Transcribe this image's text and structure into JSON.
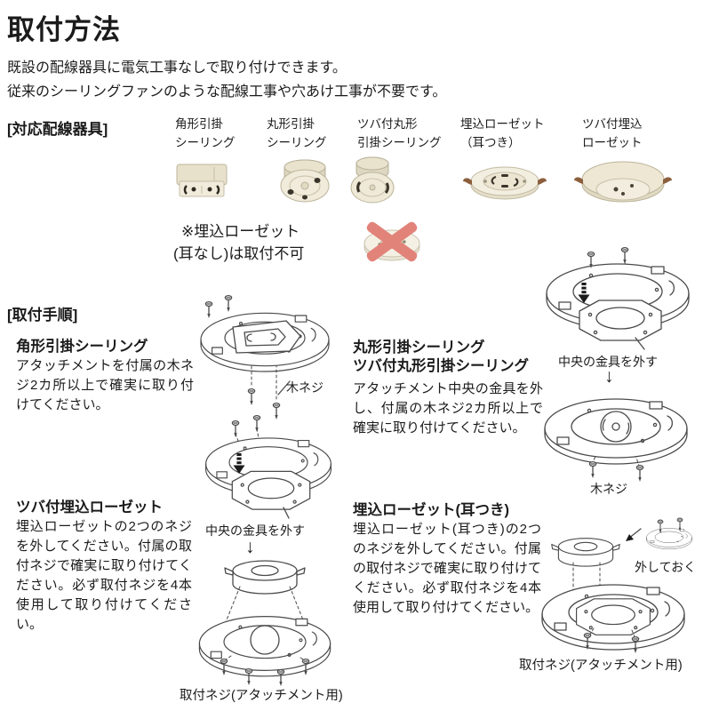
{
  "header": {
    "title": "取付方法"
  },
  "intro": {
    "line1": "既設の配線器具に電気工事なしで取り付けできます。",
    "line2": "従来のシーリングファンのような配線工事や穴あけ工事が不要です。"
  },
  "icons": {
    "down_arrow": "↓"
  },
  "colors": {
    "prohibit_x": "#E2837A",
    "fixture_body": "#E9E3CE",
    "fixture_ear_metal": "#8B5E3C"
  },
  "compatible": {
    "section_label": "[対応配線器具]",
    "items": [
      {
        "name": "角形引掛シーリング",
        "label_line1": "角形引掛",
        "label_line2": "シーリング",
        "icon": "square-hook-ceiling-icon"
      },
      {
        "name": "丸形引掛シーリング",
        "label_line1": "丸形引掛",
        "label_line2": "シーリング",
        "icon": "round-hook-ceiling-icon"
      },
      {
        "name": "ツバ付丸形引掛シーリング",
        "label_line1": "ツバ付丸形",
        "label_line2": "引掛シーリング",
        "icon": "flanged-round-hook-ceiling-icon"
      },
      {
        "name": "埋込ローゼット(耳つき)",
        "label_line1": "埋込ローゼット",
        "label_line2": "（耳つき）",
        "icon": "recessed-rosette-with-ears-icon"
      },
      {
        "name": "ツバ付埋込ローゼット",
        "label_line1": "ツバ付埋込",
        "label_line2": "ローゼット",
        "icon": "flanged-recessed-rosette-icon"
      }
    ],
    "note": {
      "line1": "※埋込ローゼット",
      "line2": "(耳なし)は取付不可",
      "icon": "prohibited-rosette-icon"
    }
  },
  "procedure": {
    "section_label": "[取付手順]",
    "steps": [
      {
        "heading_lines": [
          "角形引掛シーリング"
        ],
        "body": "アタッチメントを付属の木ネジ2カ所以上で確実に取り付けてください。",
        "labels": {
          "wood_screw": "木ネジ"
        }
      },
      {
        "heading_lines": [
          "丸形引掛シーリング",
          "ツバ付丸形引掛シーリング"
        ],
        "body": "アタッチメント中央の金具を外し、付属の木ネジ2カ所以上で確実に取り付けてください。",
        "labels": {
          "remove_center_fitting": "中央の金具を外す",
          "wood_screw": "木ネジ"
        }
      },
      {
        "heading_lines": [
          "ツバ付埋込ローゼット"
        ],
        "body": "埋込ローゼットの2つのネジを外してください。付属の取付ネジで確実に取り付けてください。必ず取付ネジを4本使用して取り付けてください。",
        "labels": {
          "remove_center_fitting": "中央の金具を外す",
          "mounting_screw_caption": "取付ネジ(アタッチメント用)"
        }
      },
      {
        "heading_lines": [
          "埋込ローゼット(耳つき)"
        ],
        "body": "埋込ローゼット(耳つき)の2つのネジを外してください。付属の取付ネジで確実に取り付けてください。必ず取付ネジを4本使用して取り付けてください。",
        "labels": {
          "keep_removed": "外しておく",
          "mounting_screw_caption": "取付ネジ(アタッチメント用)"
        }
      }
    ]
  }
}
